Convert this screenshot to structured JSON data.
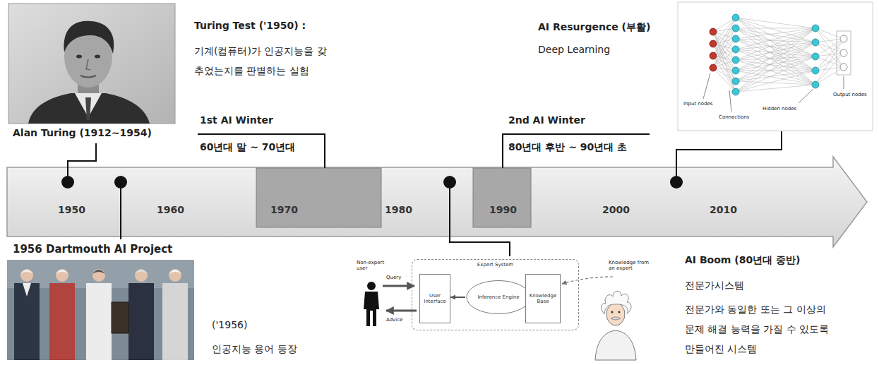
{
  "diagram": {
    "nodes": [
      {
        "text": [
          "Expert System"
        ]
      },
      {
        "text": [
          "User Interface"
        ],
        "in": 0
      },
      {
        "text": [
          "Inference Engine"
        ],
        "in": 0
      },
      {
        "text": [
          "Knowledge Base"
        ],
        "in": 0
      }
    ],
    "edges": [
      {
        "from": 2,
        "to": 1,
        "arrow": "to"
      },
      {
        "from": 3,
        "to": 2,
        "arrow": "to"
      }
    ],
    "labels": [
      "Alan Turing (1912~1954)",
      "Turing Test ('1950) :",
      "기계(컴퓨터)가 인공지능을 갖추었는지를 판별하는 실험",
      "1st AI Winter",
      "60년대 말 ~ 70년대",
      "2nd AI Winter",
      "80년대 후반 ~ 90년대 초",
      "AI Resurgence (부활)",
      "Deep Learning",
      "Input nodes",
      "Connections",
      "Hidden nodes",
      "Output nodes",
      "1950",
      "1960",
      "1970",
      "1980",
      "1990",
      "2000",
      "2010",
      "1956 Dartmouth AI Project",
      "('1956)",
      "인공지능 용어 등장",
      "Non-expert user",
      "Query",
      "Advice",
      "Knowledge from an expert",
      "AI Boom (80년대 중반)",
      "전문가시스템",
      "전문가와 동일한 또는 그 이상의 문제 해결 능력을 가질 수 있도록 만들어진 시스템"
    ]
  }
}
